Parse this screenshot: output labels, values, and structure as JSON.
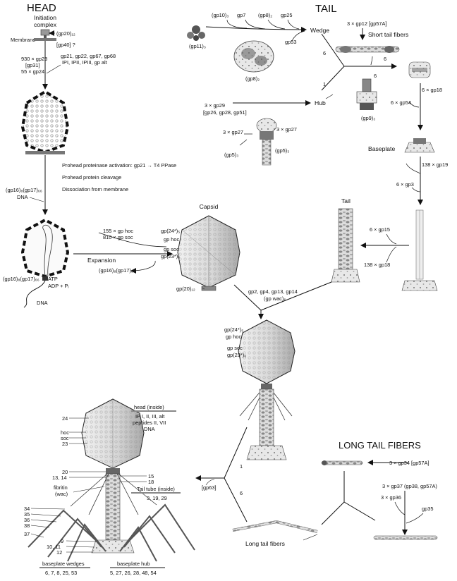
{
  "sections": {
    "head": "HEAD",
    "tail": "TAIL",
    "long_tail_fibers": "LONG TAIL FIBERS"
  },
  "head_pathway": {
    "init_line1": "Initiation",
    "init_line2": "complex",
    "gp20_12": "(gp20)₁₂",
    "membrane": "Membrane",
    "gp40": "[gp40] ?",
    "scaffold_l1": "930 × gp23",
    "scaffold_l2": "[gp31]",
    "scaffold_l3": "55 × gp24",
    "scaffold_r1": "gp21, gp22, gp67, gp68",
    "scaffold_r2": "IPI, IPII, IPIII, gp alt",
    "step1": "Prohead proteinase activation: gp21 → T4 PPase",
    "step2": "Prohead protein cleavage",
    "step3": "Dissociation from membrane",
    "dna_pkg1": "(gp16)₈(gp17)₆₆",
    "dna_pkg2": "DNA",
    "hoc_soc1": "155 × gp hoc",
    "hoc_soc2": "810 × gp soc",
    "capsid": "Capsid",
    "expansion": "Expansion",
    "term_release": "(gp16)₈(gp17)₆₆",
    "pkg_left": "(gp16)₈(gp17)₆₆",
    "atp": "ATP",
    "adp": "ADP + Pᵢ",
    "dna": "DNA",
    "cap_l1": "gp(24*)₅",
    "cap_l2": "gp hoc",
    "cap_l3": "gp soc",
    "cap_l4": "gp(23*)₆",
    "cap_l5": "gp(20)₁₂"
  },
  "tail_pathway": {
    "gp10_3": "(gp10)₃",
    "gp7": "gp7",
    "gp8_2": "(gp8)₂",
    "gp25": "gp25",
    "wedge": "Wedge",
    "gp11_3": "(gp11)₃",
    "gp53": "gp53",
    "gp8_2b": "(gp8)₂",
    "stf1": "3 × gp12 [gp57A]",
    "stf2": "Short tail fibers",
    "six_a": "6",
    "one_a": "1",
    "six_b": "6",
    "six_c": "6",
    "gp18x6": "6 × gp18",
    "gp54x6": "6 × gp54",
    "hub1": "3 × gp29",
    "hub2": "[gp26, gp28, gp51]",
    "hub": "Hub",
    "gp9_3": "(gp9)₃",
    "gp27a": "3 × gp27",
    "gp27b": "3 × gp27",
    "gp5a": "(gp5)₃",
    "gp5b": "(gp5)₃",
    "baseplate": "Baseplate",
    "gp19": "138 × gp19",
    "gp3": "6 × gp3",
    "tail": "Tail",
    "gp15": "6 × gp15",
    "gp18x138": "138 × gp18",
    "join1": "gp2, gp4, gp13, gp14",
    "join2": "(gp wac)₆",
    "ph_l1": "gp(24*)₅",
    "ph_l2": "gp hoc",
    "ph_l3": "gp soc",
    "ph_l4": "gp(23*)₆"
  },
  "final_assembly": {
    "one": "1",
    "six": "6",
    "gp63": "[gp63]"
  },
  "long_fibers": {
    "gp34": "3 × gp34 [gp57A]",
    "gp37": "3 × gp37 (gp38, gp57A)",
    "gp36": "3 × gp36",
    "gp35": "gp35",
    "ltf": "Long tail fibers"
  },
  "mature_phage": {
    "head_inside": "head (inside)",
    "hi1": "IP I, II, III, alt",
    "hi2": "peptides II, VII",
    "hi3": "DNA",
    "n24": "24",
    "hoc": "hoc",
    "soc": "soc",
    "n23": "23",
    "n20": "20",
    "n1314": "13, 14",
    "n15": "15",
    "n18": "18",
    "fibritin1": "fibritin",
    "fibritin2": "(wac)",
    "tt_inside": "Tail tube (inside)",
    "tt_nums": "3, 19, 29",
    "n34": "34",
    "n35": "35",
    "n36": "36",
    "n38": "38",
    "n37": "37",
    "n9": "9",
    "n1011": "10, 11",
    "n12": "12",
    "bw": "baseplate wedges",
    "bw_nums": "6, 7, 8, 25, 53",
    "bh": "baseplate hub",
    "bh_nums": "5, 27, 26, 28, 48, 54"
  }
}
